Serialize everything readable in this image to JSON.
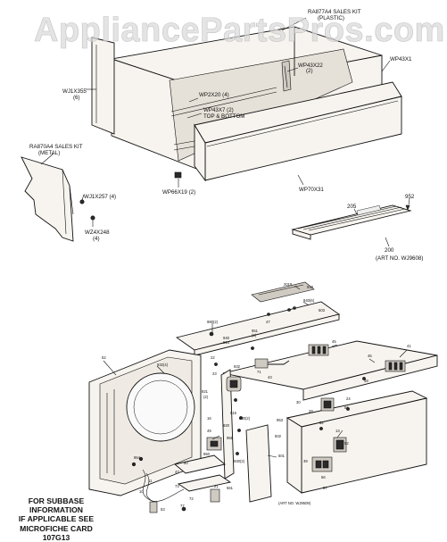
{
  "watermark": "AppliancePartsPros.com",
  "upper_labels": {
    "sales_kit_plastic_a": "RA877A4 SALES KIT",
    "sales_kit_plastic_b": "(PLASTIC)",
    "wp43x1": "WP43X1",
    "wp43x22_a": "WP43X22",
    "wp43x22_b": "(2)",
    "wj1x355_a": "WJ1X355",
    "wj1x355_b": "(6)",
    "wp2x20": "WP2X20 (4)",
    "wp43x7_a": "WP43X7 (2)",
    "wp43x7_b": "TOP & BOTTOM",
    "sales_kit_metal_a": "RA870A4 SALES KIT",
    "sales_kit_metal_b": "(METAL)",
    "wj1x257": "WJ1X257 (4)",
    "wp66x19": "WP66X19 (2)",
    "wp70x31": "WP70X31",
    "wz4x248_a": "WZ4X248",
    "wz4x248_b": "(4)",
    "p205": "205",
    "p952": "952",
    "p200": "200",
    "art_no_upper": "(ART NO. WJ9608)"
  },
  "lower_labels": {
    "art_no_lower": "(ART NO. WJ9509)"
  },
  "subbase_note": {
    "line1": "FOR SUBBASE INFORMATION",
    "line2": "IF APPLICABLE SEE",
    "line3": "MICROFICHE CARD",
    "line4": "107G13"
  }
}
